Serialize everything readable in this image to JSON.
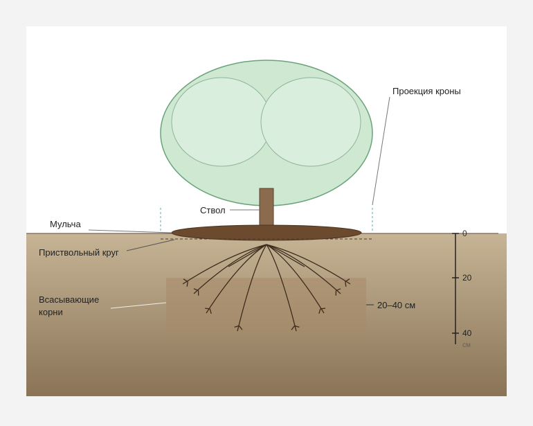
{
  "labels": {
    "crown_projection": "Проекция кроны",
    "trunk": "Ствол",
    "mulch": "Мульча",
    "trunk_circle": "Приствольный круг",
    "feeding_roots_line1": "Всасывающие",
    "feeding_roots_line2": "корни",
    "depth_range": "20–40 см"
  },
  "depth_scale": {
    "ticks": [
      "0",
      "20",
      "40"
    ],
    "unit": "см"
  },
  "colors": {
    "page_background": "#f3f3f3",
    "sky": "#ffffff",
    "soil_top": "#c6b495",
    "soil_bottom": "#8a7356",
    "root_zone": "#a58a6a",
    "crown_fill": "#cfe8d2",
    "crown_stroke": "#6aa27a",
    "crown_inner_fill": "#d9eedc",
    "trunk": "#8b6a4d",
    "mulch": "#6b4a2e",
    "roots": "#3d2b1c",
    "guide_line": "#6aa3a8"
  }
}
